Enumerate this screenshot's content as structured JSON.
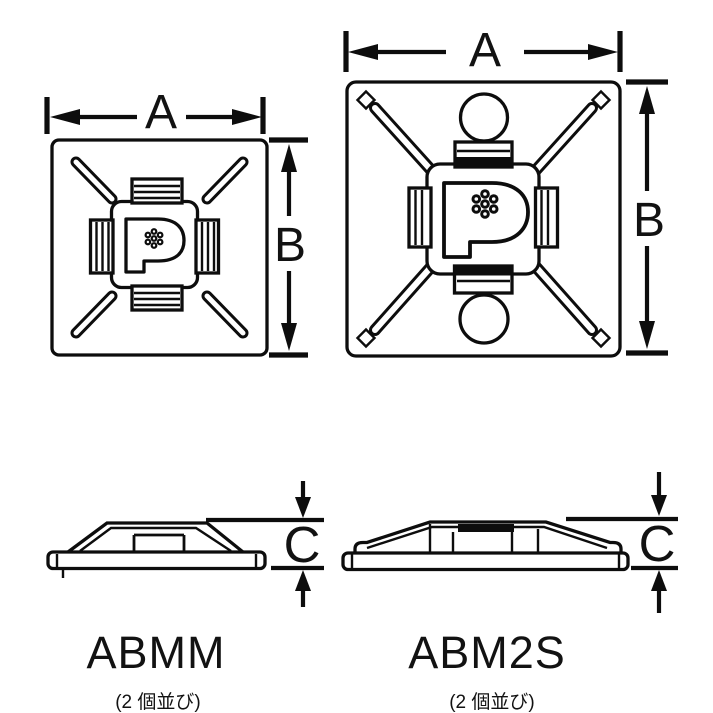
{
  "diagram": {
    "dim_width_label": "A",
    "dim_height_label": "B",
    "dim_thickness_label": "C",
    "parts": {
      "abmm": {
        "name": "ABMM",
        "caption": "(2 個並び)"
      },
      "abm2s": {
        "name": "ABM2S",
        "caption": "(2 個並び)"
      }
    },
    "colors": {
      "line": "#0d0d0d",
      "text": "#121212",
      "background": "#ffffff"
    }
  }
}
